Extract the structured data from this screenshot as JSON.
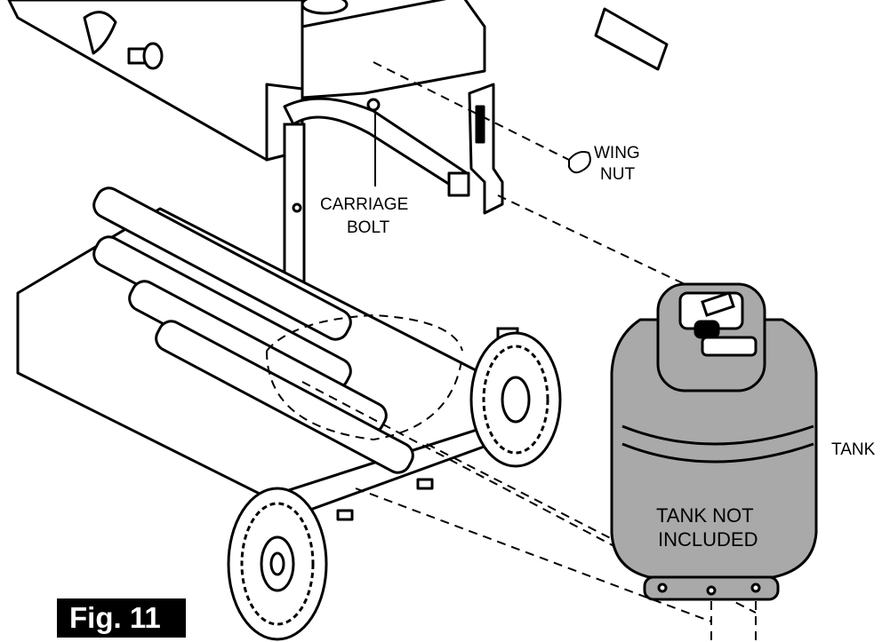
{
  "labels": {
    "wing_nut_line1": "WING",
    "wing_nut_line2": "NUT",
    "carriage_bolt_line1": "CARRIAGE",
    "carriage_bolt_line2": "BOLT",
    "tank": "TANK",
    "tank_not_included_line1": "TANK NOT",
    "tank_not_included_line2": "INCLUDED"
  },
  "figure": {
    "caption": "Fig. 11"
  },
  "colors": {
    "tank_fill": "#a9a9a9",
    "line": "#000000",
    "background": "#ffffff"
  }
}
